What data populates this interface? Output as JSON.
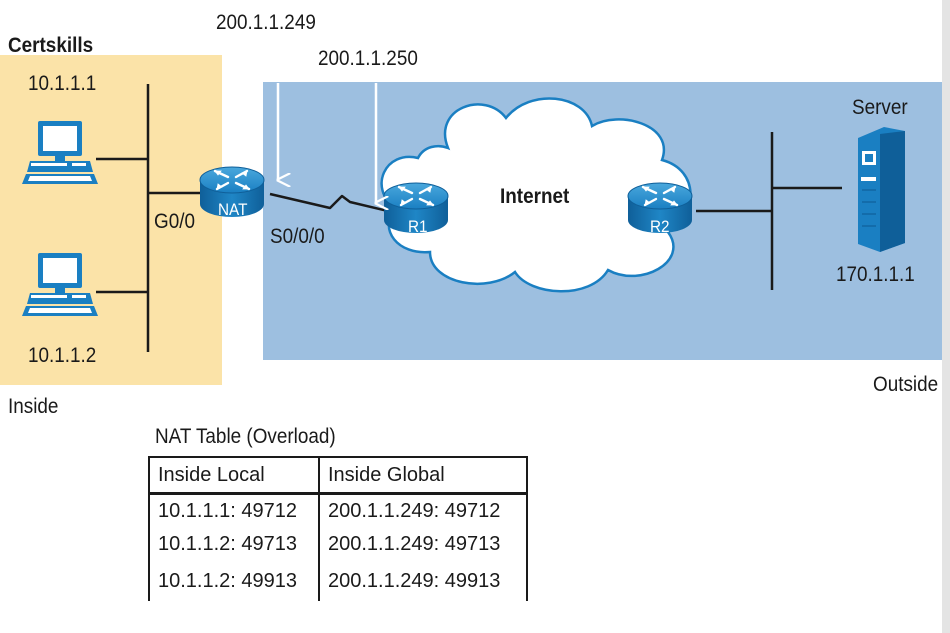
{
  "diagram": {
    "org_label": "Certskills",
    "inside_label": "Inside",
    "outside_label": "Outside",
    "internet_label": "Internet",
    "server_label": "Server",
    "server_ip": "170.1.1.1",
    "pc1_ip": "10.1.1.1",
    "pc2_ip": "10.1.1.2",
    "nat_router": "NAT",
    "router_r1": "R1",
    "router_r2": "R2",
    "g0_interface": "G0/0",
    "s0_interface": "S0/0/0",
    "nat_public_ip": "200.1.1.249",
    "r1_ip": "200.1.1.250",
    "colors": {
      "inside_zone": "#fbe3a8",
      "outside_zone": "#9dbfe0",
      "device_blue": "#1a7fc2",
      "cloud": "#ffffff"
    }
  },
  "nat_table": {
    "title": "NAT Table (Overload)",
    "columns": [
      "Inside Local",
      "Inside Global"
    ],
    "rows": [
      [
        "10.1.1.1: 49712",
        "200.1.1.249: 49712"
      ],
      [
        "10.1.1.2: 49713",
        "200.1.1.249: 49713"
      ],
      [
        "10.1.1.2: 49913",
        "200.1.1.249: 49913"
      ]
    ]
  }
}
